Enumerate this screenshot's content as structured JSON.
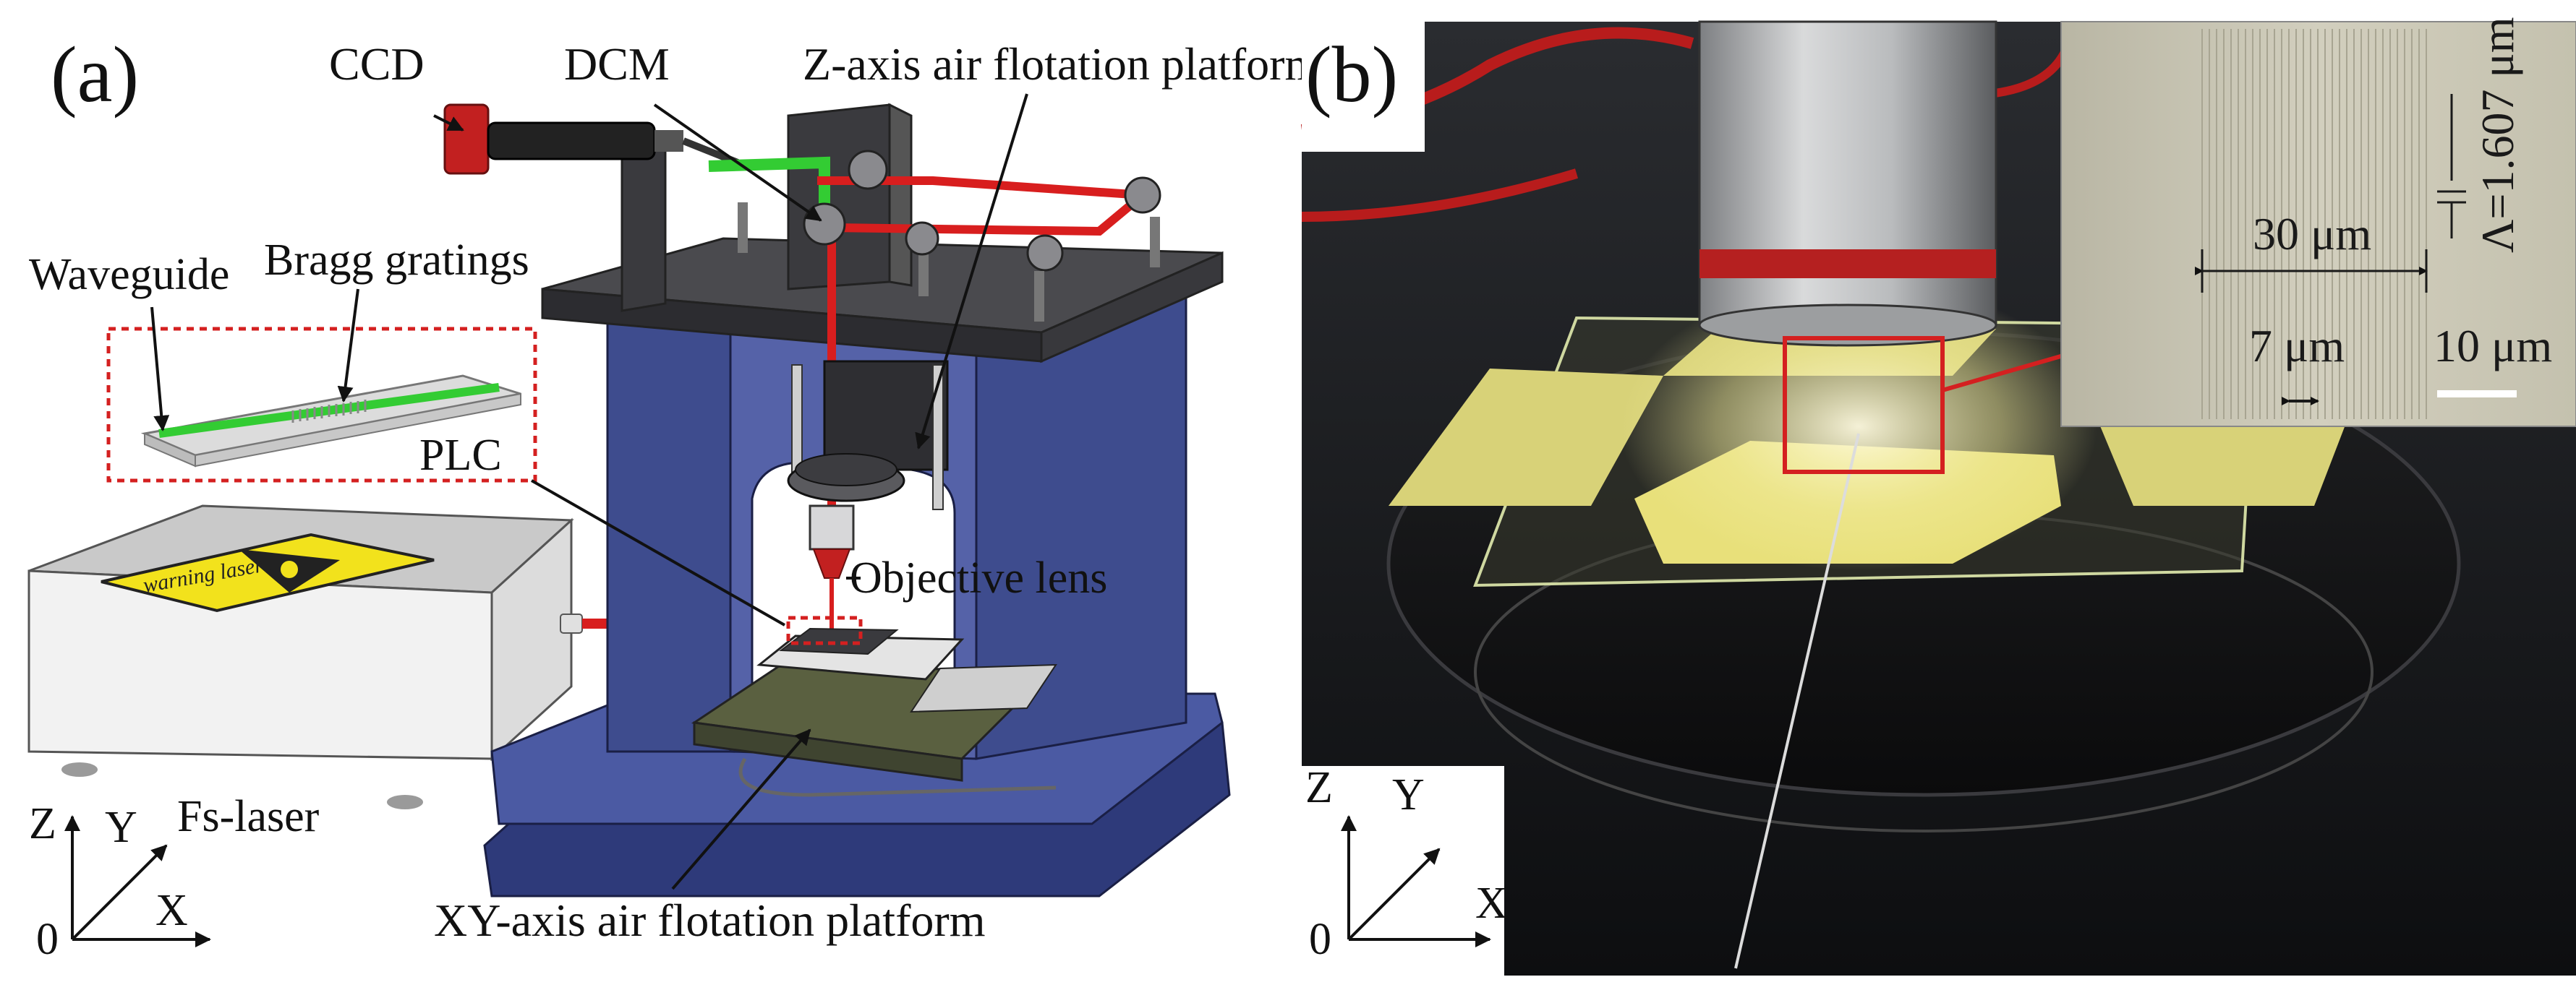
{
  "panel_a": {
    "tag": "(a)",
    "labels": {
      "ccd": "CCD",
      "dcm": "DCM",
      "z_platform": "Z-axis air flotation platform",
      "waveguide": "Waveguide",
      "bragg": "Bragg gratings",
      "plc": "PLC",
      "objective": "Objective lens",
      "fs_laser": "Fs-laser",
      "xy_platform": "XY-axis air flotation platform",
      "warning": "warning laser !"
    },
    "axes": {
      "z": "Z",
      "y": "Y",
      "x": "X",
      "origin": "0"
    }
  },
  "panel_b": {
    "tag": "(b)",
    "inset": {
      "period": "Λ=1.607 μm",
      "length": "30 μm",
      "width": "7 μm",
      "scale": "10 μm"
    },
    "axes": {
      "z": "Z",
      "y": "Y",
      "x": "X",
      "origin": "0"
    }
  },
  "colors": {
    "laser_beam": "#d81e1e",
    "green_beam": "#33cc33",
    "platform_blue": "#3e4c8e",
    "warning_yellow": "#f2e21c",
    "tape_yellow": "#e8e07a",
    "highlight_box": "#d42020"
  }
}
